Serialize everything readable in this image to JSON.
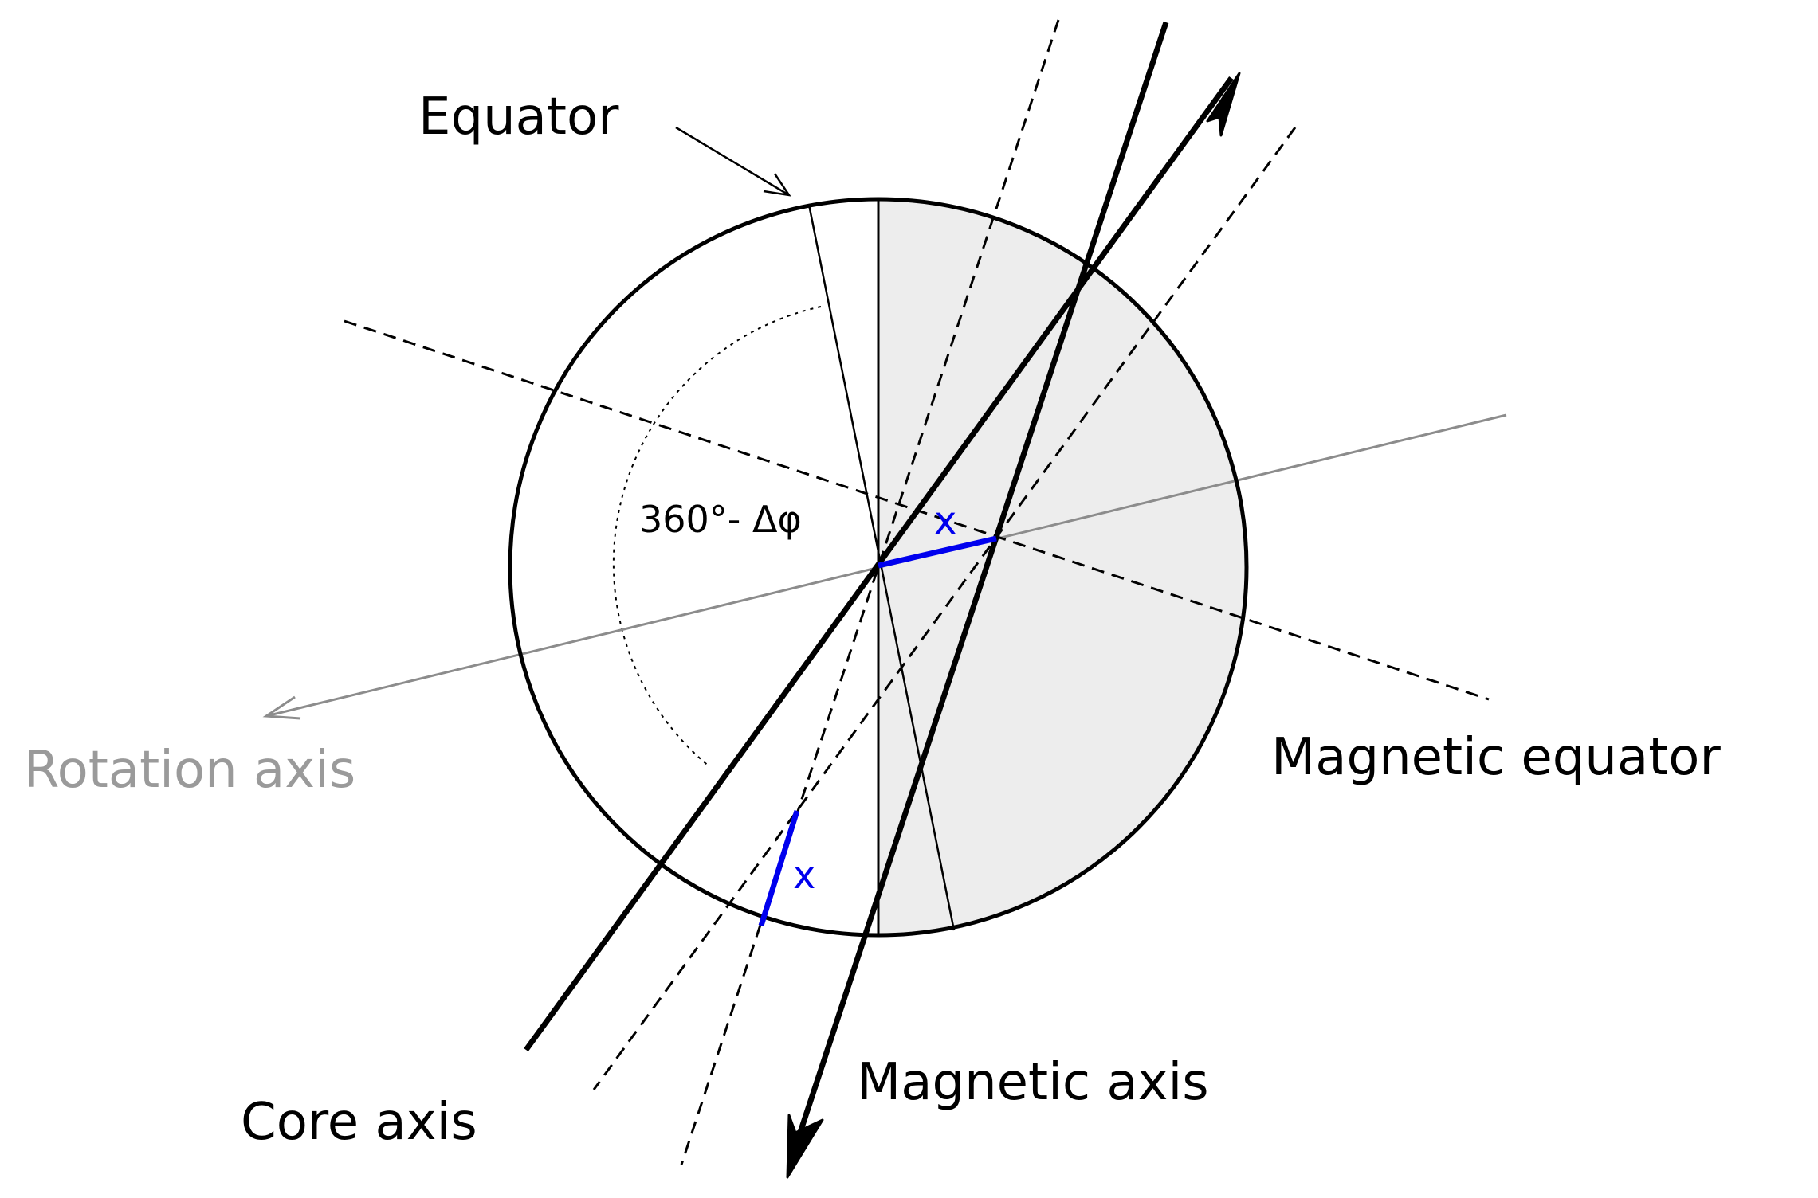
{
  "labels": {
    "equator": "Equator",
    "rotation_axis": "Rotation axis",
    "magnetic_equator": "Magnetic equator",
    "core_axis": "Core axis",
    "magnetic_axis": "Magnetic axis",
    "angle": "360°- Δφ",
    "offset_upper": "x",
    "offset_lower": "x"
  },
  "colors": {
    "line": "#000000",
    "rotation_axis": "#8c8c8c",
    "rotation_label": "#9a9a9a",
    "offset": "#0000ee",
    "shaded_half": "#ededed"
  }
}
